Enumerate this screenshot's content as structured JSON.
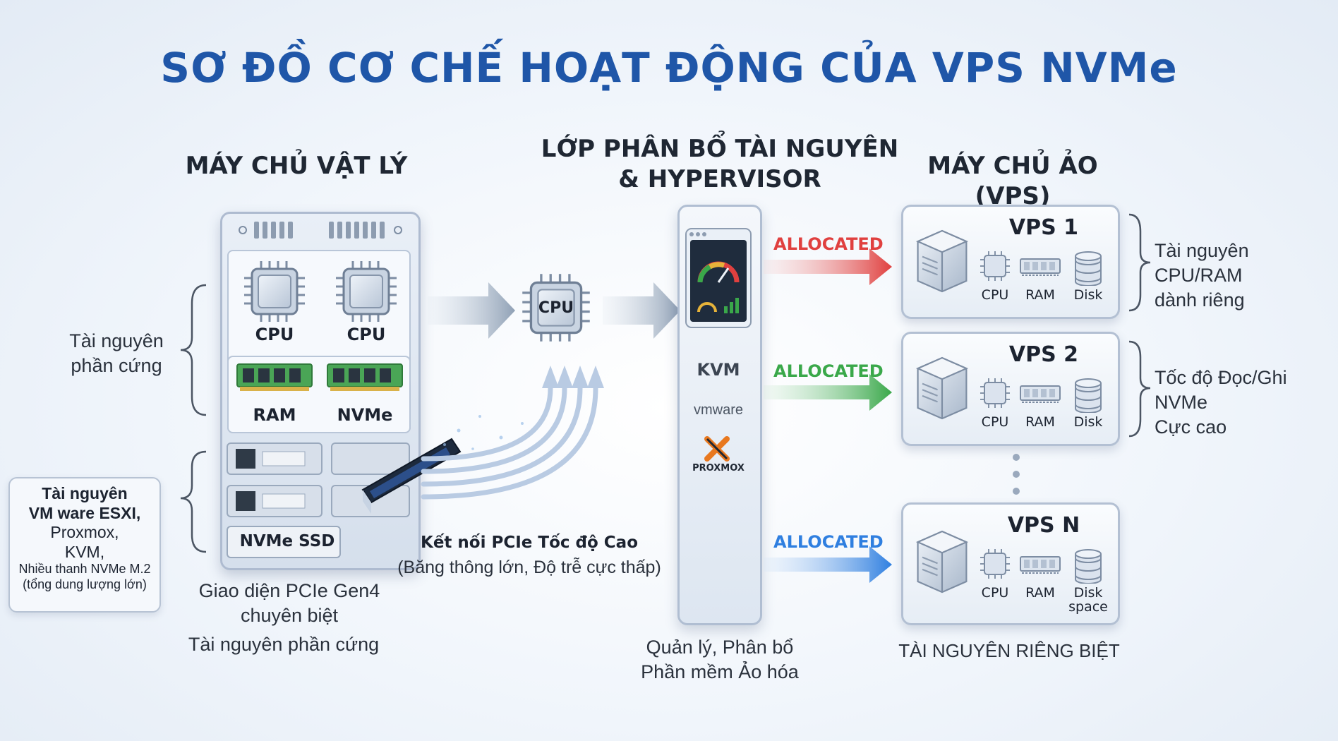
{
  "title": "SƠ ĐỒ CƠ CHẾ HOẠT ĐỘNG CỦA VPS NVMe",
  "physical": {
    "heading": "MÁY CHỦ VẬT LÝ",
    "cpu1": "CPU",
    "cpu2": "CPU",
    "ram": "RAM",
    "nvme": "NVMe",
    "ssd_label": "NVMe SSD",
    "bracket_label_1": "Tài nguyên",
    "bracket_label_2": "phần cứng",
    "note_1": "Giao diện PCIe Gen4",
    "note_2": "chuyên biệt",
    "footer": "Tài nguyên phần cứng",
    "box": {
      "line1": "Tài nguyên",
      "line2": "VM ware ESXI,",
      "line3": "Proxmox,",
      "line4": "KVM,",
      "line5": "Nhiều thanh NVMe M.2",
      "line6": "(tổng dung lượng lớn)"
    }
  },
  "center_cpu": "CPU",
  "pcie": {
    "line1": "Kết nối PCIe Tốc độ Cao",
    "line2": "(Băng thông lớn, Độ trễ cực thấp)"
  },
  "hypervisor": {
    "heading_1": "LỚP PHÂN BỔ TÀI NGUYÊN",
    "heading_2": "& HYPERVISOR",
    "kvm": "KVM",
    "vmware": "vmware",
    "proxmox": "PROXMOX",
    "footer_1": "Quản lý, Phân bổ",
    "footer_2": "Phần mềm Ảo hóa"
  },
  "allocated": [
    "ALLOCATED",
    "ALLOCATED",
    "ALLOCATED"
  ],
  "colors": {
    "title": "#1f56a8",
    "red": "#e0403f",
    "green": "#3aa84a",
    "blue": "#2f7fe0"
  },
  "vps_heading": "MÁY CHỦ ẢO (VPS)",
  "vps": [
    {
      "name": "VPS 1",
      "cpu": "CPU",
      "ram": "RAM",
      "disk": "Disk",
      "disk2": ""
    },
    {
      "name": "VPS 2",
      "cpu": "CPU",
      "ram": "RAM",
      "disk": "Disk",
      "disk2": ""
    },
    {
      "name": "VPS N",
      "cpu": "CPU",
      "ram": "RAM",
      "disk": "Disk",
      "disk2": "space"
    }
  ],
  "right_notes": {
    "n1_line1": "Tài nguyên CPU/RAM",
    "n1_line2": "dành riêng",
    "n2_line1": "Tốc độ Đọc/Ghi NVMe",
    "n2_line2": "Cực cao"
  },
  "vps_footer": "TÀI NGUYÊN RIÊNG BIỆT"
}
